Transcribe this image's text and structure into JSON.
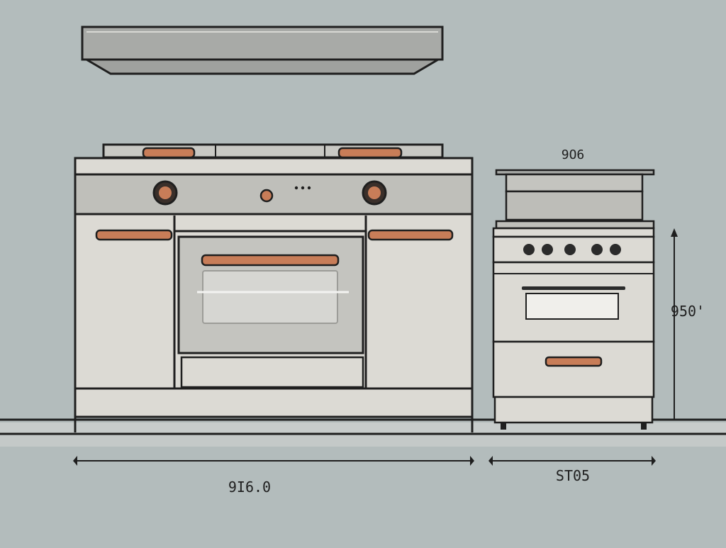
{
  "scene": {
    "subject": "kitchen ranges with dimension markings",
    "colors": {
      "background": "#b3bcbc",
      "outline": "#1f1f1f",
      "body_light": "#dcdad4",
      "panel_gray": "#bdbdb8",
      "hood_gray": "#a8aaa7",
      "accent_orange": "#c87d58",
      "glass": "#cfcfcb",
      "floor": "#c7cccb"
    }
  },
  "dimensions": {
    "large_range_width": "9I6.0",
    "small_range_width": "ST05",
    "small_range_depth": "9O6",
    "small_range_height": "950'"
  }
}
